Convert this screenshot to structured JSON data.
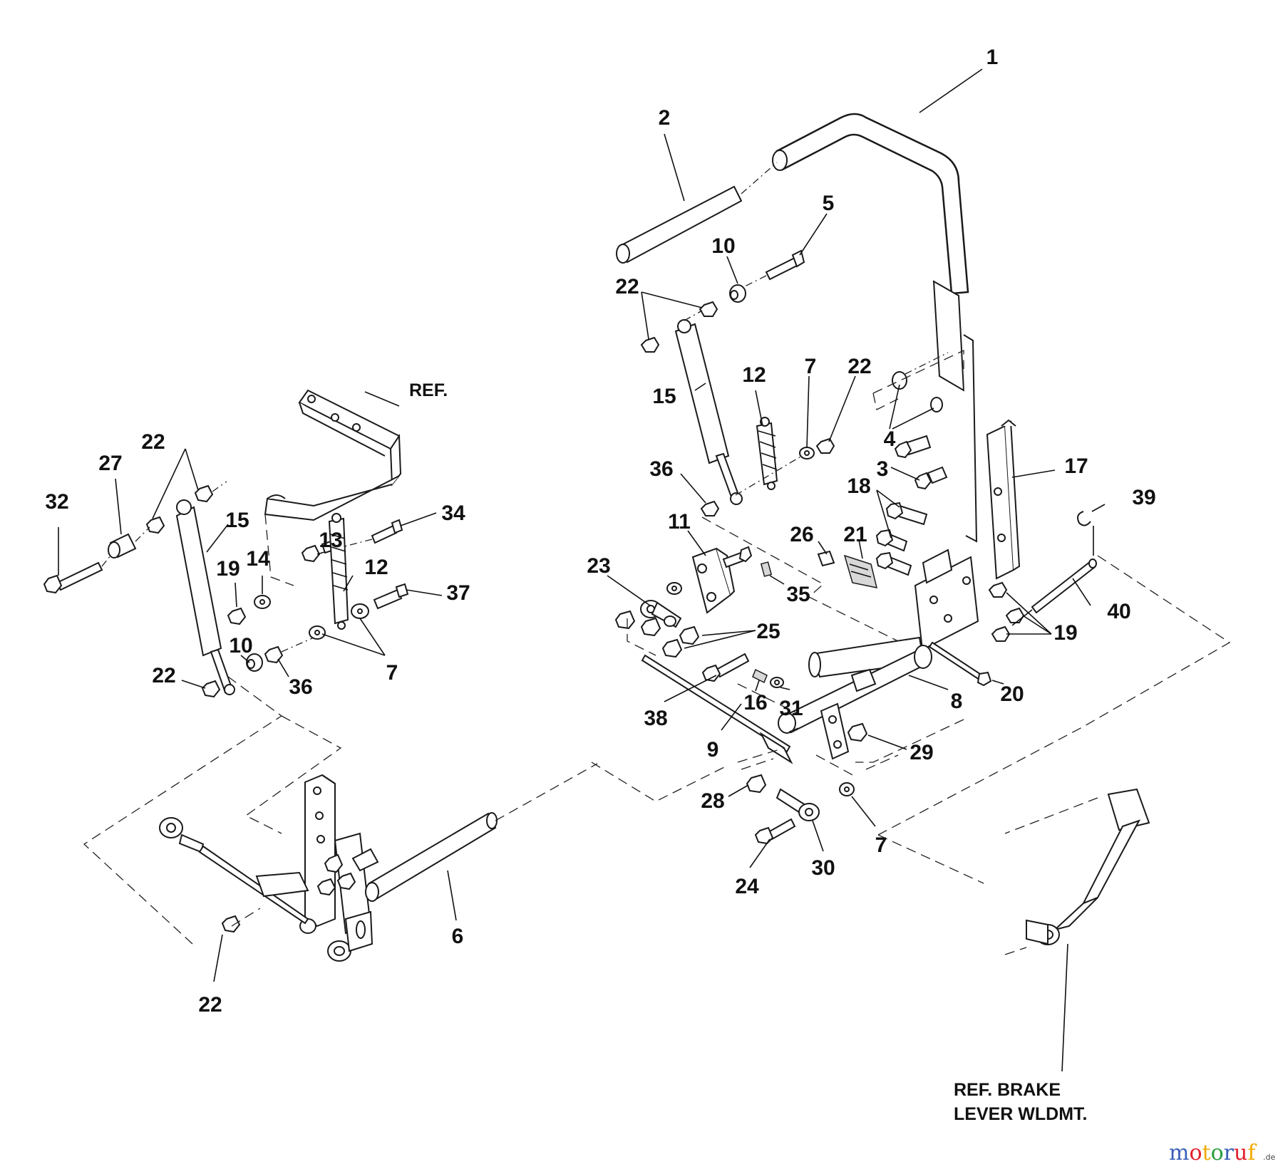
{
  "callouts": [
    {
      "id": "c1",
      "text": "1"
    },
    {
      "id": "c2",
      "text": "2"
    },
    {
      "id": "c5",
      "text": "5"
    },
    {
      "id": "c10a",
      "text": "10"
    },
    {
      "id": "c22a",
      "text": "22"
    },
    {
      "id": "c15a",
      "text": "15"
    },
    {
      "id": "c12a",
      "text": "12"
    },
    {
      "id": "c7a",
      "text": "7"
    },
    {
      "id": "c22b",
      "text": "22"
    },
    {
      "id": "c4",
      "text": "4"
    },
    {
      "id": "c3",
      "text": "3"
    },
    {
      "id": "c17",
      "text": "17"
    },
    {
      "id": "c36a",
      "text": "36"
    },
    {
      "id": "c18",
      "text": "18"
    },
    {
      "id": "c39",
      "text": "39"
    },
    {
      "id": "c11",
      "text": "11"
    },
    {
      "id": "c26",
      "text": "26"
    },
    {
      "id": "c21",
      "text": "21"
    },
    {
      "id": "c23",
      "text": "23"
    },
    {
      "id": "c35",
      "text": "35"
    },
    {
      "id": "c40",
      "text": "40"
    },
    {
      "id": "c25",
      "text": "25"
    },
    {
      "id": "c19a",
      "text": "19"
    },
    {
      "id": "c20",
      "text": "20"
    },
    {
      "id": "c16",
      "text": "16"
    },
    {
      "id": "c31",
      "text": "31"
    },
    {
      "id": "c8",
      "text": "8"
    },
    {
      "id": "c38",
      "text": "38"
    },
    {
      "id": "c9",
      "text": "9"
    },
    {
      "id": "c29",
      "text": "29"
    },
    {
      "id": "c28",
      "text": "28"
    },
    {
      "id": "c7b",
      "text": "7"
    },
    {
      "id": "c24",
      "text": "24"
    },
    {
      "id": "c30",
      "text": "30"
    },
    {
      "id": "c22c",
      "text": "22"
    },
    {
      "id": "c27",
      "text": "27"
    },
    {
      "id": "c32",
      "text": "32"
    },
    {
      "id": "c15b",
      "text": "15"
    },
    {
      "id": "c34",
      "text": "34"
    },
    {
      "id": "c13",
      "text": "13"
    },
    {
      "id": "c14",
      "text": "14"
    },
    {
      "id": "c12b",
      "text": "12"
    },
    {
      "id": "c19b",
      "text": "19"
    },
    {
      "id": "c37",
      "text": "37"
    },
    {
      "id": "c10b",
      "text": "10"
    },
    {
      "id": "c22d",
      "text": "22"
    },
    {
      "id": "c36b",
      "text": "36"
    },
    {
      "id": "c7c",
      "text": "7"
    },
    {
      "id": "c6",
      "text": "6"
    },
    {
      "id": "c22e",
      "text": "22"
    }
  ],
  "notes": {
    "ref_top": "REF.",
    "ref_brake_line1": "REF. BRAKE",
    "ref_brake_line2": "LEVER WLDMT."
  },
  "watermark": {
    "letters": [
      "m",
      "o",
      "t",
      "o",
      "r",
      "u",
      "f"
    ],
    "colors": [
      "#3b5fb8",
      "#e2202c",
      "#f2a900",
      "#2a9d3f",
      "#3b5fb8",
      "#e2202c",
      "#f2a900"
    ],
    "suffix": ".de"
  }
}
